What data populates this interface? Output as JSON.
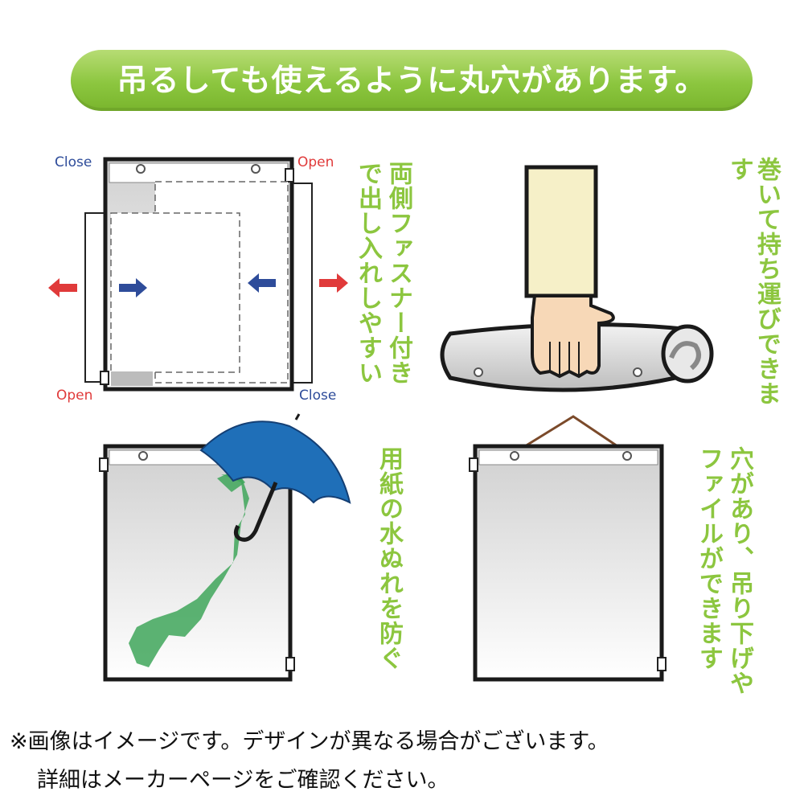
{
  "banner": {
    "title": "吊るしても使えるように丸穴があります。"
  },
  "features": {
    "zipper": {
      "line1": "両側ファスナー付き",
      "line2": "で出し入れしやすい"
    },
    "roll": {
      "text": "巻いて持ち運びできます"
    },
    "rain": {
      "text": "用紙の水ぬれを防ぐ"
    },
    "hang": {
      "line1": "穴があり、吊り下げや",
      "line2": "ファイルができます"
    }
  },
  "labels": {
    "close_top": "Close",
    "open_top": "Open",
    "open_bottom": "Open",
    "close_bottom": "Close"
  },
  "colors": {
    "accent_green": "#8cc63f",
    "close_blue": "#2e4c9a",
    "open_red": "#e03a3a",
    "umbrella_blue": "#1f6fb8",
    "map_green": "#3fa65a"
  },
  "footer": {
    "line1": "※画像はイメージです。デザインが異なる場合がございます。",
    "line2": "詳細はメーカーページをご確認ください。"
  }
}
